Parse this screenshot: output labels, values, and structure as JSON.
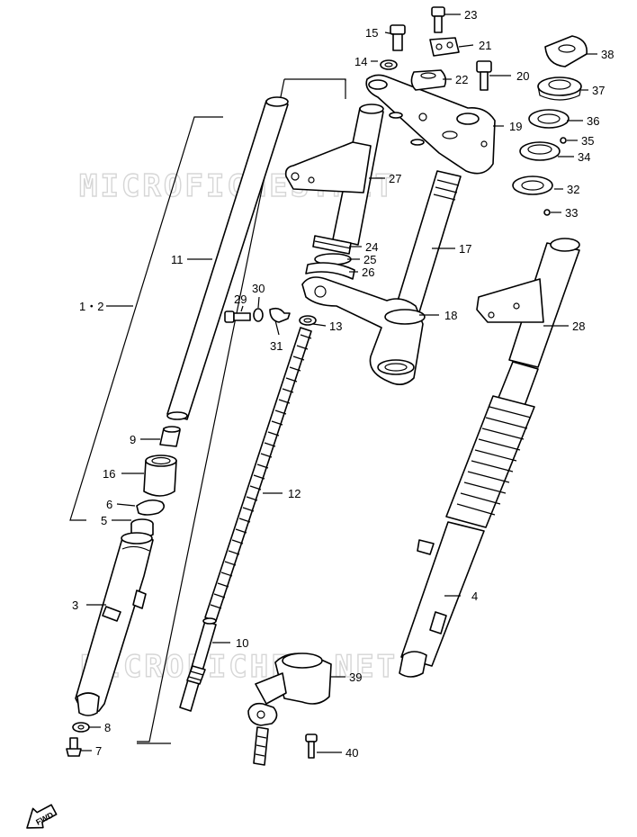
{
  "watermark": {
    "top": "MICROFICHES.NET",
    "bottom": "MICROFICHES.NET"
  },
  "fwd_label": "FWD",
  "labels": {
    "p1_2": "1・2",
    "p3": "3",
    "p4": "4",
    "p5": "5",
    "p6": "6",
    "p7": "7",
    "p8": "8",
    "p9": "9",
    "p10": "10",
    "p11": "11",
    "p12": "12",
    "p13": "13",
    "p14": "14",
    "p15": "15",
    "p16": "16",
    "p17": "17",
    "p18": "18",
    "p19": "19",
    "p20": "20",
    "p21": "21",
    "p22": "22",
    "p23": "23",
    "p24": "24",
    "p25": "25",
    "p26": "26",
    "p27": "27",
    "p28": "28",
    "p29": "29",
    "p30": "30",
    "p31": "31",
    "p32": "32",
    "p33": "33",
    "p34": "34",
    "p35": "35",
    "p36": "36",
    "p37": "37",
    "p38": "38",
    "p39": "39",
    "p40": "40"
  }
}
